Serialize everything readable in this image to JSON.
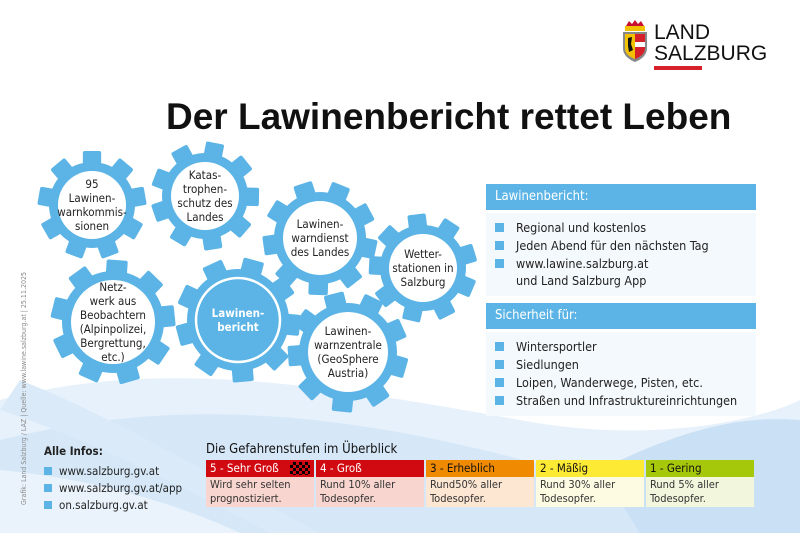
{
  "logo": {
    "line1": "LAND",
    "line2": "SALZBURG",
    "brand_red": "#d6202a"
  },
  "title": "Der Lawinenbericht rettet Leben",
  "accent_color": "#5bb4e5",
  "gears": [
    {
      "label": "95\nLawinen-\nwarnkommis-\nsionen"
    },
    {
      "label": "Katas-\ntrophen-\nschutz des\nLandes"
    },
    {
      "label": "Lawinen-\nwarndienst\ndes Landes"
    },
    {
      "label": "Wetter-\nstationen in\nSalzburg"
    },
    {
      "label": "Netz-\nwerk aus\nBeobachtern\n(Alpinpolizei,\nBergrettung,\netc.)"
    },
    {
      "label": "Lawinen-\nbericht",
      "central": true
    },
    {
      "label": "Lawinen-\nwarnzentrale\n(GeoSphere\nAustria)"
    }
  ],
  "panels": [
    {
      "heading": "Lawinenbericht:",
      "items": [
        "Regional und kostenlos",
        "Jeden Abend für den nächsten Tag",
        "www.lawine.salzburg.at\nund Land Salzburg App"
      ]
    },
    {
      "heading": "Sicherheit für:",
      "items": [
        "Wintersportler",
        "Siedlungen",
        "Loipen, Wanderwege, Pisten, etc.",
        "Straßen und Infrastruktureinrichtungen"
      ]
    }
  ],
  "infos": {
    "title": "Alle Infos:",
    "links": [
      "www.salzburg.gv.at",
      "www.salzburg.gv.at/app",
      "on.salzburg.gv.at"
    ]
  },
  "levels": {
    "title": "Die Gefahrenstufen im Überblick",
    "items": [
      {
        "label": "5 - Sehr Groß",
        "text": "Wird sehr selten\nprognostiziert.",
        "color": "#d10a12",
        "bg": "#f8d6cf",
        "text_color": "#ffffff",
        "checker": true
      },
      {
        "label": "4 - Groß",
        "text": "Rund 10% aller\nTodesopfer.",
        "color": "#d10a12",
        "bg": "#f8d6cf",
        "text_color": "#ffffff"
      },
      {
        "label": "3 - Erheblich",
        "text": "Rund50% aller\nTodesopfer.",
        "color": "#f08a00",
        "bg": "#fde6d2",
        "text_color": "#111111"
      },
      {
        "label": "2 - Mäßig",
        "text": "Rund 30% aller\nTodesopfer.",
        "color": "#fdea35",
        "bg": "#fefbe3",
        "text_color": "#111111"
      },
      {
        "label": "1 - Gering",
        "text": "Rund 5% aller\nTodesopfer.",
        "color": "#a6c80a",
        "bg": "#f2f6dd",
        "text_color": "#111111"
      }
    ]
  },
  "credit": "Grafik: Land Salzburg / LAZ  |  Quelle: www.lawine.salzburg.at  |  25.11.2025"
}
